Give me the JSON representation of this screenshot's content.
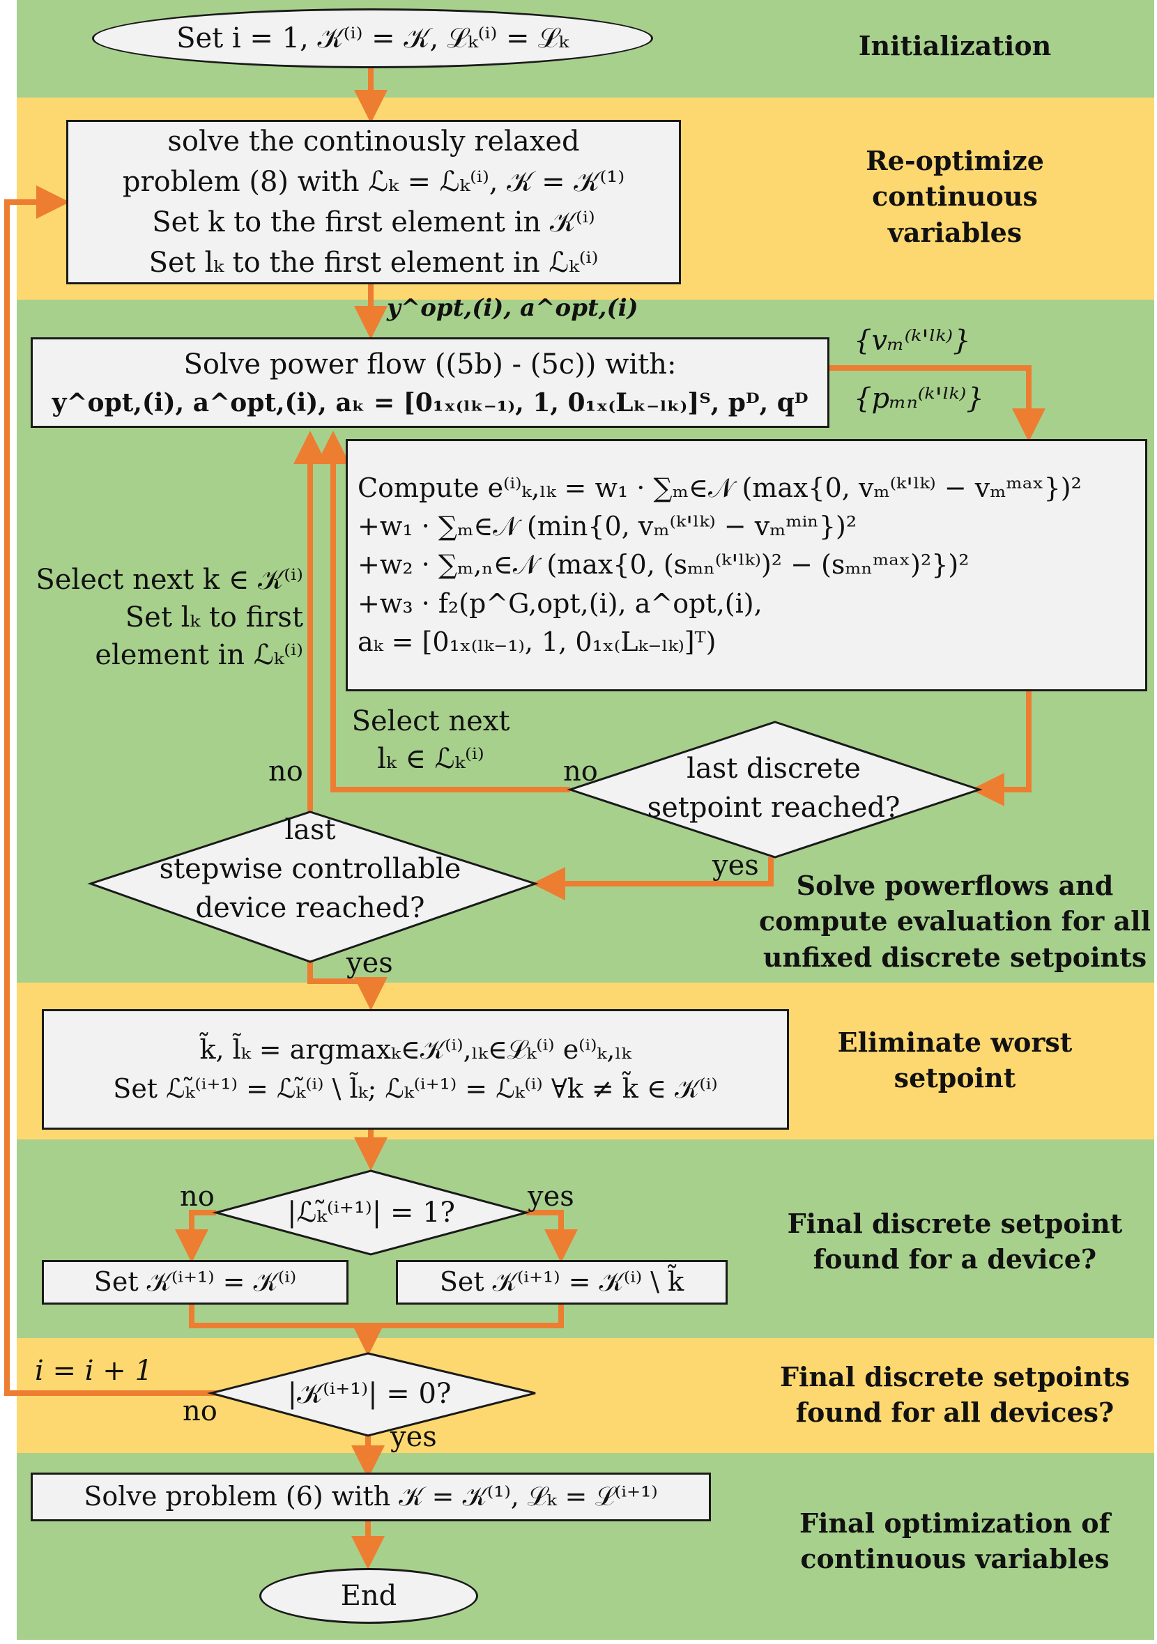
{
  "stages": {
    "initialization": "Initialization",
    "reoptimize": "Re-optimize continuous variables",
    "solve_powerflows": "Solve powerflows and compute evaluation for all unfixed discrete setpoints",
    "eliminate": "Eliminate worst setpoint",
    "final_device": "Final discrete setpoint found for a device?",
    "final_all": "Final discrete setpoints found for all devices?",
    "final_opt": "Final optimization of continuous variables"
  },
  "nodes": {
    "start": "Set i = 1, 𝒦⁽ⁱ⁾ = 𝒦, ℒₖ⁽ⁱ⁾ = ℒₖ",
    "relax_line1": "solve the continously relaxed",
    "relax_line2": "problem (8) with ℒₖ = ℒₖ⁽ⁱ⁾, 𝒦 = 𝒦⁽¹⁾",
    "relax_line3": "Set k to the first element in 𝒦⁽ⁱ⁾",
    "relax_line4": "Set lₖ to the first element in ℒₖ⁽ⁱ⁾",
    "pf_line1": "Solve power flow ((5b) - (5c)) with:",
    "pf_line2": "y^opt,(i), a^opt,(i), aₖ = [0₁ₓ₍ₗₖ₋₁₎, 1, 0₁ₓ₍Lₖ₋ₗₖ₎]ᵀ, pᴰ, qᴰ",
    "eval_line1": "Compute e⁽ⁱ⁾ₖ,ₗₖ = w₁ · ∑ₘ∈𝒩 (max{0, vₘ⁽ᵏ'ˡᵏ⁾ − vₘᵐᵃˣ})²",
    "eval_line2": "+w₁ · ∑ₘ∈𝒩 (min{0, vₘ⁽ᵏ'ˡᵏ⁾ − vₘᵐⁱⁿ})²",
    "eval_line3": "+w₂ · ∑ₘ,ₙ∈𝒩 (max{0, (sₘₙ⁽ᵏ'ˡᵏ⁾)² − (sₘₙᵐᵃˣ)²})²",
    "eval_line4": "+w₃ · f₂(p^G,opt,(i), a^opt,(i),",
    "eval_line5": "aₖ = [0₁ₓ₍ₗₖ₋₁₎, 1, 0₁ₓ₍Lₖ₋ₗₖ₎]ᵀ)",
    "dec_setpoint_line1": "last discrete",
    "dec_setpoint_line2": "setpoint reached?",
    "dec_device_line1": "last",
    "dec_device_line2": "stepwise controllable",
    "dec_device_line3": "device reached?",
    "elim_line1": "k̃, l̃ₖ = argmaxₖ∈𝒦⁽ⁱ⁾,ₗₖ∈ℒₖ⁽ⁱ⁾ e⁽ⁱ⁾ₖ,ₗₖ",
    "elim_line2": "Set ℒₖ̃⁽ⁱ⁺¹⁾ = ℒₖ̃⁽ⁱ⁾ \\ l̃ₖ; ℒₖ⁽ⁱ⁺¹⁾ = ℒₖ⁽ⁱ⁾ ∀k ≠ k̃ ∈ 𝒦⁽ⁱ⁾",
    "dec_card_one": "|ℒₖ̃⁽ⁱ⁺¹⁾| = 1?",
    "set_k_same": "Set 𝒦⁽ⁱ⁺¹⁾ = 𝒦⁽ⁱ⁾",
    "set_k_minus": "Set 𝒦⁽ⁱ⁺¹⁾ = 𝒦⁽ⁱ⁾ \\ k̃",
    "dec_card_zero": "|𝒦⁽ⁱ⁺¹⁾| = 0?",
    "final_solve": "Solve problem (6) with 𝒦 = 𝒦⁽¹⁾, ℒₖ = ℒ⁽ⁱ⁺¹⁾",
    "end": "End"
  },
  "edge_labels": {
    "y_a_opt": "y^opt,(i), a^opt,(i)",
    "v_mkl": "{vₘ⁽ᵏ'ˡᵏ⁾}",
    "p_mnkl": "{pₘₙ⁽ᵏ'ˡᵏ⁾}",
    "select_k_line1": "Select next k ∈ 𝒦⁽ⁱ⁾",
    "select_k_line2": "Set lₖ to first",
    "select_k_line3": "element in ℒₖ⁽ⁱ⁾",
    "select_l_line1": "Select next",
    "select_l_line2": "lₖ ∈ ℒₖ⁽ⁱ⁾",
    "no": "no",
    "yes": "yes",
    "i_incr": "i = i + 1"
  },
  "colors": {
    "green_band": "#a8d08d",
    "yellow_band": "#fdd870",
    "arrow": "#ed7d31",
    "box_fill": "#f2f2f2"
  }
}
